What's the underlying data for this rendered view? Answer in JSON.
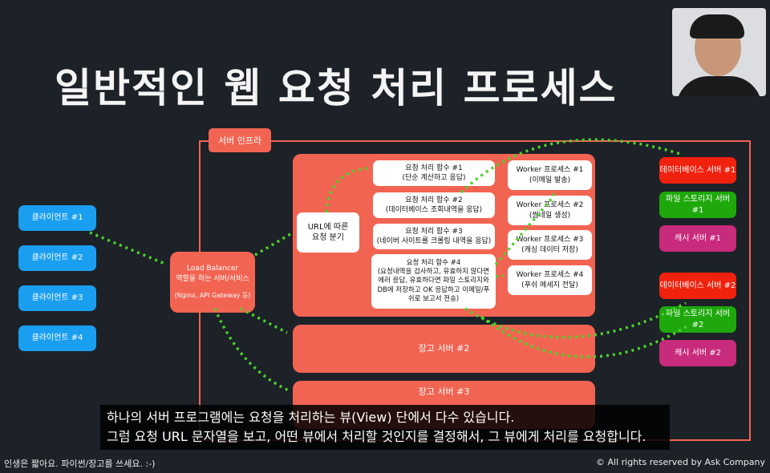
{
  "title": "일반적인 웹 요청 처리 프로세스",
  "infra_label": "서버 인프라",
  "clients": [
    "클라이언트 #1",
    "클라이언트 #2",
    "클라이언트 #3",
    "클라이언트 #4"
  ],
  "load_balancer": {
    "line1": "Load Balancer",
    "line2": "역할을 하는 서버/서비스",
    "line3": "(Nginx, API Gateway 등)"
  },
  "url_router": "URL에 따른\n요청 분기",
  "functions": [
    "요청 처리 함수 #1\n(단순 계산하고 응답)",
    "요청 처리 함수 #2\n(데이터베이스 조회내역을 응답)",
    "요청 처리 함수 #3\n(네이버 사이트를 크롤링 내역을 응답)",
    "요청 처리 함수 #4\n(요청내역을 검사하고, 유효하지 않다면\n에러 응답, 유효하다면 파일 스토리지와\nDB에 저장하고 OK 응답하고 이메일/푸\n쉬로 보고서 전송)"
  ],
  "workers": [
    "Worker 프로세스 #1\n(이메일 발송)",
    "Worker 프로세스 #2\n(썸네일 생성)",
    "Worker 프로세스 #3\n(캐싱 데이터 저장)",
    "Worker 프로세스 #4\n(푸쉬 메세지 전달)"
  ],
  "django_servers": [
    "장고 서버 #2",
    "장고 서버 #3"
  ],
  "backends": [
    "데이터베이스 서버 #1",
    "파일 스토리지 서버 #1",
    "캐시 서버 #1",
    "데이터베이스 서버 #2",
    "파일 스토리지 서버 #2",
    "캐시 서버 #2"
  ],
  "subtitle": {
    "line1": "하나의 서버 프로그램에는 요청을 처리하는 뷰(View) 단에서 다수 있습니다.",
    "line2": "그럼 요청 URL 문자열을 보고, 어떤 뷰에서 처리할 것인지를 결정해서, 그 뷰에게 처리를 요청합니다."
  },
  "footer_left": "인생은 짧아요. 파이썬/장고를 쓰세요. :-)",
  "footer_right": "©  All rights reserved by Ask Company",
  "colors": {
    "coral": "#f26452",
    "client": "#1a9ef0",
    "db": "#f0220e",
    "storage": "#1ea80c",
    "cache": "#c82a7c",
    "arrow": "#4cd12a"
  }
}
